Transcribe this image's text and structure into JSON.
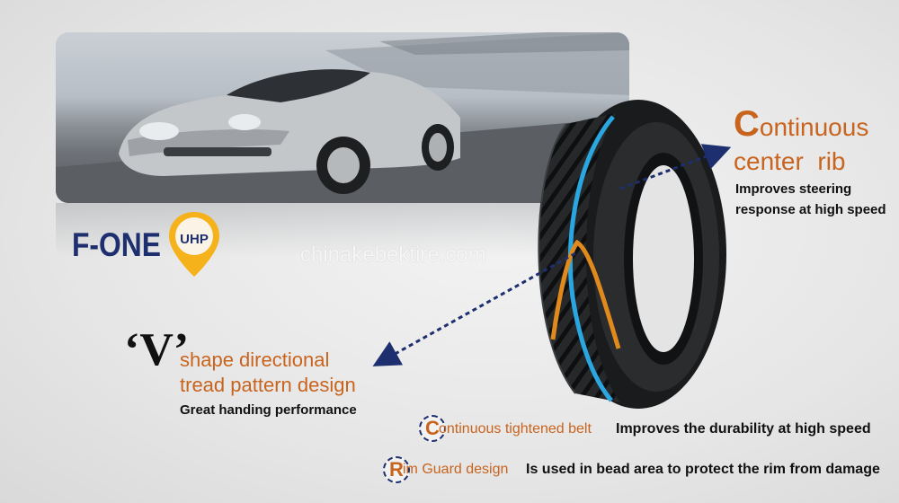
{
  "brand": {
    "name": "F-ONE",
    "badge": "UHP",
    "accent_color": "#f5b21a",
    "brand_color": "#1d2f6e"
  },
  "watermark": "chinakebektire.com",
  "features": {
    "center_rib": {
      "title_initial": "C",
      "title_rest": "ontinuous",
      "title_line2": "center  rib",
      "description": "Improves steering response at high speed"
    },
    "v_shape": {
      "mark": "‘V’",
      "line1": "shape directional",
      "line2": "tread pattern design",
      "description": "Great handing performance"
    },
    "belt": {
      "initial": "C",
      "title": "ontinuous tightened belt",
      "description": "Improves the durability at high speed"
    },
    "rim_guard": {
      "initial": "R",
      "title": "im Guard design",
      "description": "Is used in bead area to protect the rim from damage"
    }
  },
  "colors": {
    "highlight_text": "#c8641e",
    "rib_line": "#2aa7e0",
    "v_line": "#e08a1e",
    "arrow": "#1d2f6e"
  }
}
